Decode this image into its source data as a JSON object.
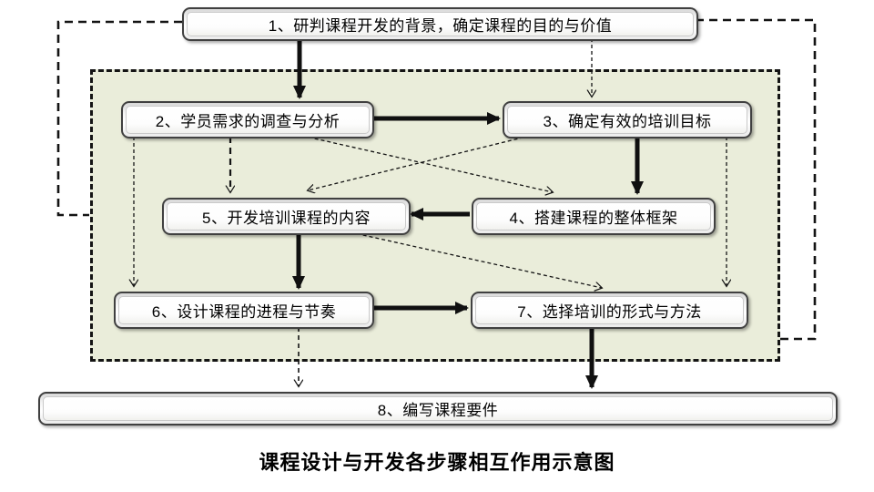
{
  "diagram": {
    "caption": "课程设计与开发各步骤相互作用示意图",
    "boxes": [
      {
        "id": "step-1",
        "label": "1、研判课程开发的背景，确定课程的目的与价值"
      },
      {
        "id": "step-2",
        "label": "2、学员需求的调查与分析"
      },
      {
        "id": "step-3",
        "label": "3、确定有效的培训目标"
      },
      {
        "id": "step-4",
        "label": "4、搭建课程的整体框架"
      },
      {
        "id": "step-5",
        "label": "5、开发培训课程的内容"
      },
      {
        "id": "step-6",
        "label": "6、设计课程的进程与节奏"
      },
      {
        "id": "step-7",
        "label": "7、选择培训的形式与方法"
      },
      {
        "id": "step-8",
        "label": "8、编写课程要件"
      }
    ],
    "connections": [
      {
        "from": "1",
        "to": "2",
        "style": "solid-thick"
      },
      {
        "from": "2",
        "to": "3",
        "style": "solid-thick"
      },
      {
        "from": "3",
        "to": "4",
        "style": "solid-thick"
      },
      {
        "from": "4",
        "to": "5",
        "style": "solid-thick"
      },
      {
        "from": "5",
        "to": "6",
        "style": "solid-thick"
      },
      {
        "from": "6",
        "to": "7",
        "style": "solid-thick"
      },
      {
        "from": "7",
        "to": "8",
        "style": "solid-thick"
      },
      {
        "from": "1",
        "to": "3",
        "style": "dashed"
      },
      {
        "from": "2",
        "to": "5",
        "style": "dashed"
      },
      {
        "from": "2",
        "to": "6",
        "style": "dashed"
      },
      {
        "from": "2",
        "to": "4",
        "style": "dashed-diagonal"
      },
      {
        "from": "3",
        "to": "5",
        "style": "dashed-diagonal"
      },
      {
        "from": "3",
        "to": "7",
        "style": "dashed"
      },
      {
        "from": "5",
        "to": "7",
        "style": "dashed-diagonal"
      },
      {
        "from": "6",
        "to": "8",
        "style": "dashed"
      },
      {
        "from": "1",
        "to": "container-left",
        "style": "dashed-routing"
      },
      {
        "from": "1",
        "to": "container-right",
        "style": "dashed-routing"
      }
    ],
    "colors": {
      "container_fill": "#eaedda",
      "line": "#141414",
      "box_border": "#404040",
      "box_fill": "#ffffff",
      "text": "#000000",
      "background": "#ffffff"
    }
  }
}
